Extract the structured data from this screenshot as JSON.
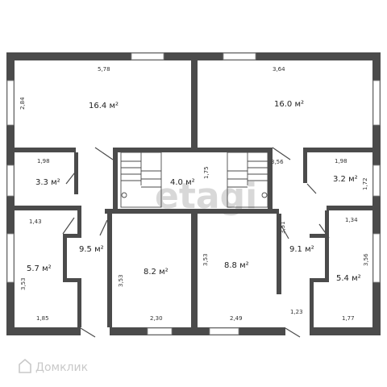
{
  "rooms": [
    {
      "id": "top-left-room",
      "area": "16.4 м²"
    },
    {
      "id": "top-right-room",
      "area": "16.0 м²"
    },
    {
      "id": "small-left-room",
      "area": "3.3 м²"
    },
    {
      "id": "center-stair-room",
      "area": "4.0 м²"
    },
    {
      "id": "small-right-room",
      "area": "3.2 м²"
    },
    {
      "id": "left-hall",
      "area": "9.5 м²"
    },
    {
      "id": "right-hall",
      "area": "9.1 м²"
    },
    {
      "id": "left-bottom-room",
      "area": "5.7 м²"
    },
    {
      "id": "center-left-room",
      "area": "8.2 м²"
    },
    {
      "id": "center-right-room",
      "area": "8.8 м²"
    },
    {
      "id": "right-bottom-room",
      "area": "5.4 м²"
    }
  ],
  "dimensions": [
    {
      "id": "top-left-width",
      "text": "5,78"
    },
    {
      "id": "top-left-height",
      "text": "2,84"
    },
    {
      "id": "top-right-width",
      "text": "3,64"
    },
    {
      "id": "small-left-width",
      "text": "1,98"
    },
    {
      "id": "small-right-width",
      "text": "1,98"
    },
    {
      "id": "small-right-height",
      "text": "1,72"
    },
    {
      "id": "stair-height",
      "text": "1,75"
    },
    {
      "id": "stair-width",
      "text": "3,56"
    },
    {
      "id": "left-bottom-width-top",
      "text": "1,43"
    },
    {
      "id": "left-bottom-height",
      "text": "3,53"
    },
    {
      "id": "left-bottom-width-bottom",
      "text": "1,85"
    },
    {
      "id": "center-left-height",
      "text": "3,53"
    },
    {
      "id": "center-left-width",
      "text": "2,30"
    },
    {
      "id": "center-right-height",
      "text": "3,53"
    },
    {
      "id": "center-right-width",
      "text": "2,49"
    },
    {
      "id": "right-hall-height",
      "text": "3,51"
    },
    {
      "id": "right-entry-width",
      "text": "1,23"
    },
    {
      "id": "right-bottom-width-top",
      "text": "1,34"
    },
    {
      "id": "right-bottom-height",
      "text": "3,56"
    },
    {
      "id": "right-bottom-width-bottom",
      "text": "1,77"
    }
  ],
  "watermark": "etagi",
  "logo": "Домклик",
  "colors": {
    "wall": "#4b4b4b",
    "window": "#ffffff",
    "text": "#222222",
    "watermark": "#d8d8d8"
  }
}
